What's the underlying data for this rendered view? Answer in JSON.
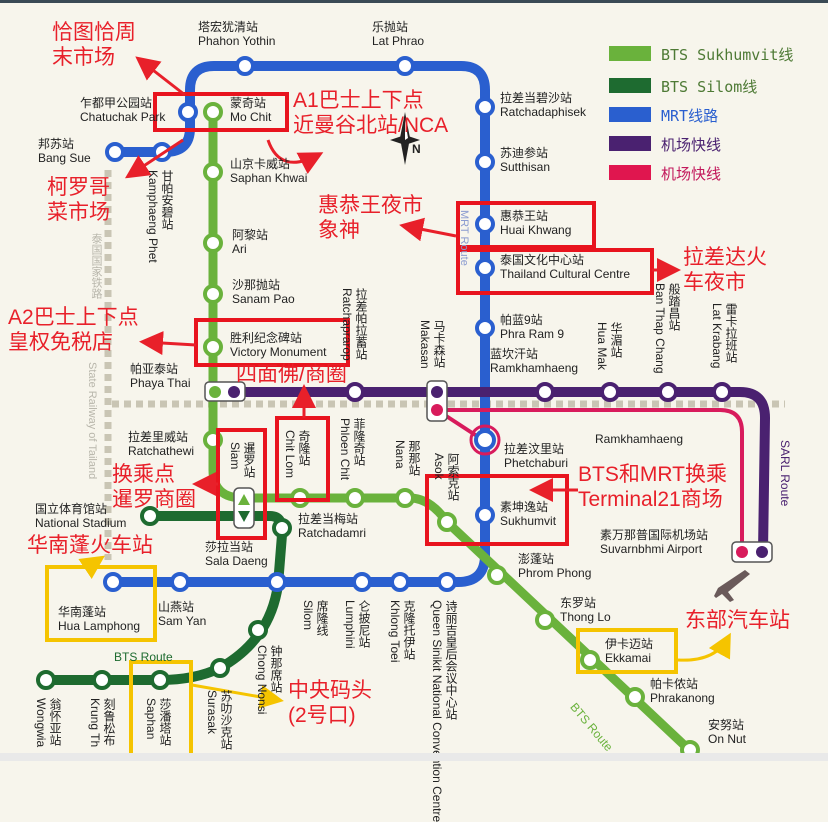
{
  "legend": [
    {
      "label": "BTS Sukhumvit线",
      "color": "#6ab23c",
      "text_color": "#4e7a35"
    },
    {
      "label": "BTS Silom线",
      "color": "#1e6b30",
      "text_color": "#4e7a35"
    },
    {
      "label": "MRT线路",
      "color": "#2a5fcf",
      "text_color": "#2a5fcf"
    },
    {
      "label": "机场快线",
      "color": "#4a2170",
      "text_color": "#4a2170"
    },
    {
      "label": "机场快线",
      "color": "#e0164f",
      "text_color": "#c2185b"
    }
  ],
  "stations": {
    "bang_sue": {
      "zh": "邦苏站",
      "en": "Bang Sue"
    },
    "kamphaeng_phet": {
      "zh": "甘帕安碧站",
      "en": "Kamphaeng Phet"
    },
    "chatuchak_park": {
      "zh": "乍都甲公园站",
      "en": "Chatuchak Park"
    },
    "phahon_yothin": {
      "zh": "塔宏犹清站",
      "en": "Phahon Yothin"
    },
    "lat_phrao": {
      "zh": "乐抛站",
      "en": "Lat Phrao"
    },
    "ratchadaphisek": {
      "zh": "拉差当碧沙站",
      "en": "Ratchadaphisek"
    },
    "sutthisan": {
      "zh": "苏迪参站",
      "en": "Sutthisan"
    },
    "huai_khwang": {
      "zh": "惠恭王站",
      "en": "Huai Khwang"
    },
    "thailand_cultural_centre": {
      "zh": "泰国文化中心站",
      "en": "Thailand Cultural Centre"
    },
    "phra_ram_9": {
      "zh": "帕蓝9站",
      "en": "Phra Ram 9"
    },
    "ramkhamhaeng": {
      "zh": "蓝坎汗站",
      "en": "Ramkhamhaeng"
    },
    "phetchaburi": {
      "zh": "拉差汶里站",
      "en": "Phetchaburi"
    },
    "sukhumvit": {
      "zh": "素坤逸站",
      "en": "Sukhumvit"
    },
    "queen_sirikit": {
      "zh": "诗丽吉皇后会议中心站",
      "en": "Queen Sinikit National Convention Centre"
    },
    "khlong_toei": {
      "zh": "克隆托伊站",
      "en": "Khlong Toei"
    },
    "lumphini": {
      "zh": "仑披尼站",
      "en": "Lumphini"
    },
    "silom": {
      "zh": "席隆线",
      "en": "Silom"
    },
    "sam_yan": {
      "zh": "山燕站",
      "en": "Sam Yan"
    },
    "hua_lamphong": {
      "zh": "华南蓬站",
      "en": "Hua Lamphong"
    },
    "mo_chit": {
      "zh": "蒙奇站",
      "en": "Mo Chit"
    },
    "saphan_khwai": {
      "zh": "山京卡威站",
      "en": "Saphan Khwai"
    },
    "ari": {
      "zh": "阿黎站",
      "en": "Ari"
    },
    "sanam_pao": {
      "zh": "沙那抛站",
      "en": "Sanam Pao"
    },
    "victory_monument": {
      "zh": "胜利纪念碑站",
      "en": "Victory Monument"
    },
    "phaya_thai": {
      "zh": "帕亚泰站",
      "en": "Phaya Thai"
    },
    "ratchathewi": {
      "zh": "拉差里威站",
      "en": "Ratchathewi"
    },
    "siam": {
      "zh": "暹罗站",
      "en": "Siam"
    },
    "chit_lom": {
      "zh": "奇隆站",
      "en": "Chit Lom"
    },
    "phloen_chit": {
      "zh": "菲隆奇站",
      "en": "Phloen Chit"
    },
    "nana": {
      "zh": "那那站",
      "en": "Nana"
    },
    "asok": {
      "zh": "阿索克站",
      "en": "Asok"
    },
    "phrom_phong": {
      "zh": "澎蓬站",
      "en": "Phrom Phong"
    },
    "thong_lo": {
      "zh": "东罗站",
      "en": "Thong Lo"
    },
    "ekkamai": {
      "zh": "伊卡迈站",
      "en": "Ekkamai"
    },
    "phrakanong": {
      "zh": "帕卡侬站",
      "en": "Phrakanong"
    },
    "on_nut": {
      "zh": "安努站",
      "en": "On Nut"
    },
    "national_stadium": {
      "zh": "国立体育馆站",
      "en": "National Stadium"
    },
    "ratchadamri": {
      "zh": "拉差当梅站",
      "en": "Ratchadamri"
    },
    "sala_daeng": {
      "zh": "莎拉当站",
      "en": "Sala Daeng"
    },
    "chong_nonsi": {
      "zh": "钟那席站",
      "en": "Chong Nonsi"
    },
    "surasak": {
      "zh": "苏叻沙克站",
      "en": "Surasak"
    },
    "saphan_taksin": {
      "zh": "莎潘塔站",
      "en": "Saphan"
    },
    "krung_thon_buri": {
      "zh": "刻鲁松布",
      "en": "Krung Th"
    },
    "wongwian_yai": {
      "zh": "翁怀亚站",
      "en": "Wongwia"
    },
    "ratchaprarop": {
      "zh": "拉差帕拉蓄站",
      "en": "Ratchaprarop"
    },
    "makasan": {
      "zh": "马卡森站",
      "en": "Makasan"
    },
    "hua_mak": {
      "zh": "华湄站",
      "en": "Hua Mak"
    },
    "ban_thap_chang": {
      "zh": "般踏昌站",
      "en": "Ban Thap Chang"
    },
    "lat_krabang": {
      "zh": "雷卡拉班站",
      "en": "Lat Krabang"
    },
    "suvarnabhumi": {
      "zh": "素万那普国际机场站",
      "en": "Suvarnbhmi Airport"
    },
    "ramkhamhaeng_arl": {
      "en": "Ramkhamhaeng"
    }
  },
  "route_labels": {
    "bts_silom": "BTS Route",
    "bts_sukhumvit": "BTS Route",
    "sarl": "SARL Route",
    "mrt": "MRT Route",
    "railway_en": "State Railway of Tailand",
    "railway_zh": "泰国国家铁路"
  },
  "compass": {
    "north": "N"
  },
  "annotations": {
    "chatuchak_market": "恰图恰周\n末市场",
    "a1_bus": "A1巴士上下点\n近曼谷北站/NCA",
    "or_tor_kor": "柯罗哥\n菜市场",
    "huai_khwang_market": "惠恭王夜市\n象神",
    "ratchada_train_market": "拉差达火\n车夜市",
    "a2_bus": "A2巴士上下点\n皇权免税店",
    "erawan": "四面佛/商圈",
    "siam_transfer": "换乘点\n暹罗商圈",
    "hua_lamphong_station": "华南蓬火车站",
    "terminal21": "BTS和MRT换乘\nTerminal21商场",
    "eastern_bus": "东部汽车站",
    "central_pier": "中央码头\n(2号口)"
  }
}
